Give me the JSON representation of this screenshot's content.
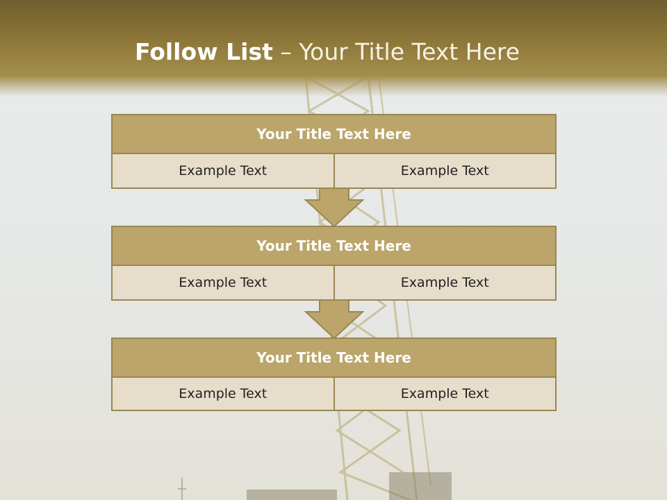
{
  "slide": {
    "title_bold": "Follow List",
    "title_rest": " – Your Title Text Here"
  },
  "steps": [
    {
      "title": "Your Title Text Here",
      "left": "Example Text",
      "right": "Example Text"
    },
    {
      "title": "Your Title Text Here",
      "left": "Example Text",
      "right": "Example Text"
    },
    {
      "title": "Your Title Text Here",
      "left": "Example Text",
      "right": "Example Text"
    }
  ],
  "colors": {
    "band_top": "#6f5e2f",
    "box_header": "#bca56b",
    "box_border": "#9a8650",
    "box_cell": "#e6ddcb",
    "arrow_fill": "#bca56b"
  }
}
